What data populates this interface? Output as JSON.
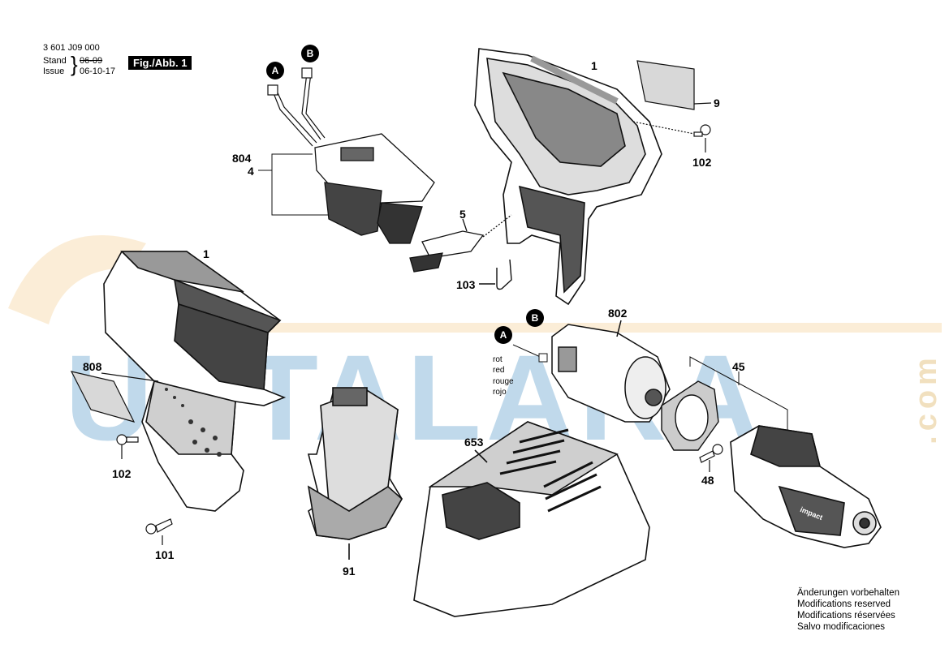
{
  "header": {
    "doc_number": "3 601 J09 000",
    "stand_label": "Stand",
    "issue_label": "Issue",
    "stand_date_struck": "06-09",
    "issue_date": "06-10-17",
    "figure_label": "Fig./Abb. 1"
  },
  "connectors": {
    "a": "A",
    "b": "B"
  },
  "callouts": {
    "housing_right": "1",
    "housing_left": "1",
    "label_9": "9",
    "screw_102_top": "102",
    "switch_804": "804",
    "switch_4": "4",
    "slider_5": "5",
    "clip_103": "103",
    "label_808": "808",
    "screw_102_left": "102",
    "screw_101": "101",
    "motor_802": "802",
    "gear_45": "45",
    "screw_48": "48",
    "charger_653": "653",
    "battery_91": "91"
  },
  "wire_colors": [
    "rot",
    "red",
    "rouge",
    "rojo"
  ],
  "notes": [
    "Änderungen vorbehalten",
    "Modifications reserved",
    "Modifications réservées",
    "Salvo modificaciones"
  ],
  "watermark": {
    "brand": "USTALARA",
    "suffix": ".com"
  },
  "product_text": {
    "impact": "impact"
  }
}
